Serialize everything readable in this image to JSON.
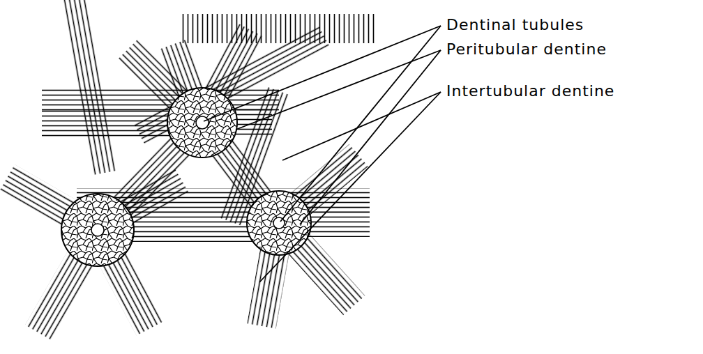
{
  "diagram": {
    "labels": [
      "Dentinal tubules",
      "Peritubular dentine",
      "Intertubular dentine"
    ]
  }
}
